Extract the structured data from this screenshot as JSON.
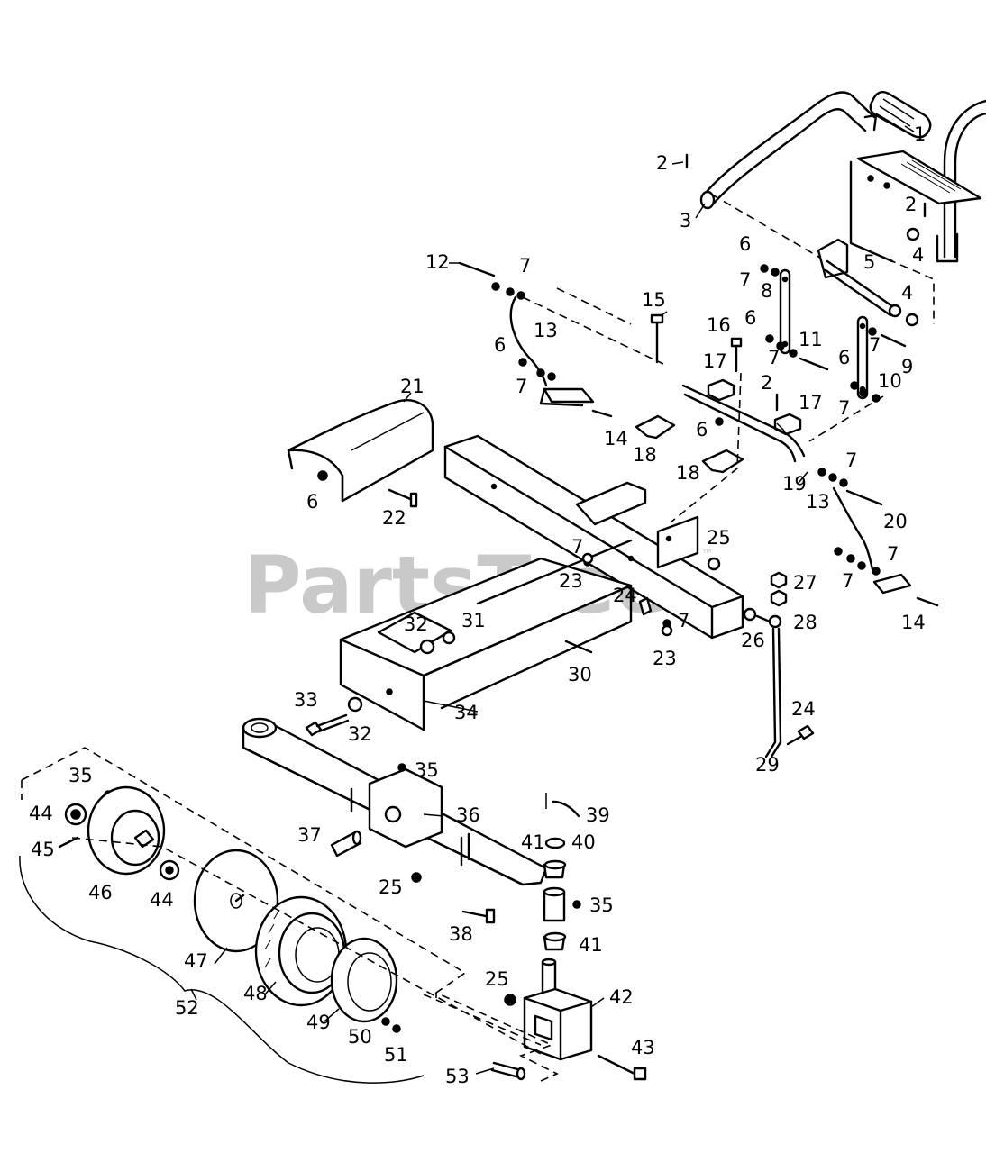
{
  "watermark": {
    "text": "PartsTree",
    "mark": "™"
  },
  "labels": {
    "l1": "1",
    "l2a": "2",
    "l2b": "2",
    "l2c": "2",
    "l3": "3",
    "l4a": "4",
    "l4b": "4",
    "l5": "5",
    "l6a": "6",
    "l6b": "6",
    "l6c": "6",
    "l6d": "6",
    "l6e": "6",
    "l6f": "6",
    "l7a": "7",
    "l7b": "7",
    "l7c": "7",
    "l7d": "7",
    "l7e": "7",
    "l7f": "7",
    "l7g": "7",
    "l7h": "7",
    "l7i": "7",
    "l7j": "7",
    "l7k": "7",
    "l8": "8",
    "l9": "9",
    "l10": "10",
    "l11": "11",
    "l12": "12",
    "l13a": "13",
    "l13b": "13",
    "l14a": "14",
    "l14b": "14",
    "l15": "15",
    "l16": "16",
    "l17a": "17",
    "l17b": "17",
    "l18a": "18",
    "l18b": "18",
    "l19": "19",
    "l20": "20",
    "l21": "21",
    "l22": "22",
    "l23a": "23",
    "l23b": "23",
    "l24a": "24",
    "l24b": "24",
    "l25a": "25",
    "l25b": "25",
    "l25c": "25",
    "l26": "26",
    "l27": "27",
    "l28": "28",
    "l29": "29",
    "l30": "30",
    "l31": "31",
    "l32a": "32",
    "l32b": "32",
    "l33": "33",
    "l34": "34",
    "l35a": "35",
    "l35b": "35",
    "l35c": "35",
    "l36": "36",
    "l37": "37",
    "l38": "38",
    "l39": "39",
    "l40": "40",
    "l41a": "41",
    "l41b": "41",
    "l42": "42",
    "l43": "43",
    "l44a": "44",
    "l44b": "44",
    "l45": "45",
    "l46": "46",
    "l47": "47",
    "l48": "48",
    "l49": "49",
    "l50": "50",
    "l51": "51",
    "l52": "52",
    "l53": "53"
  }
}
